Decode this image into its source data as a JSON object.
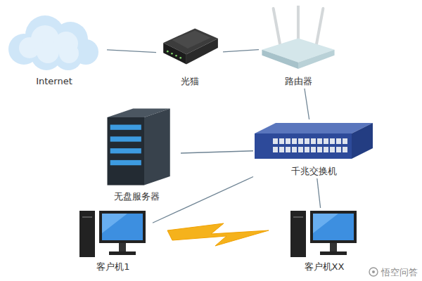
{
  "diagram": {
    "nodes": [
      {
        "text": [
          "Internet"
        ]
      },
      {
        "text": [
          "光猫"
        ]
      },
      {
        "text": [
          "路由器"
        ]
      },
      {
        "text": [
          "无盘服务器"
        ]
      },
      {
        "text": [
          "千兆交换机"
        ]
      },
      {
        "text": [
          "客户机1"
        ]
      },
      {
        "text": [
          "客户机XX"
        ]
      }
    ],
    "edges": [
      {
        "from": 0,
        "to": 1,
        "arrow": "none"
      },
      {
        "from": 1,
        "to": 2,
        "arrow": "none"
      },
      {
        "from": 2,
        "to": 4,
        "arrow": "none"
      },
      {
        "from": 3,
        "to": 4,
        "arrow": "none"
      },
      {
        "from": 4,
        "to": 5,
        "arrow": "none"
      },
      {
        "from": 4,
        "to": 6,
        "arrow": "none"
      }
    ],
    "labels": [
      "悟空问答"
    ]
  }
}
